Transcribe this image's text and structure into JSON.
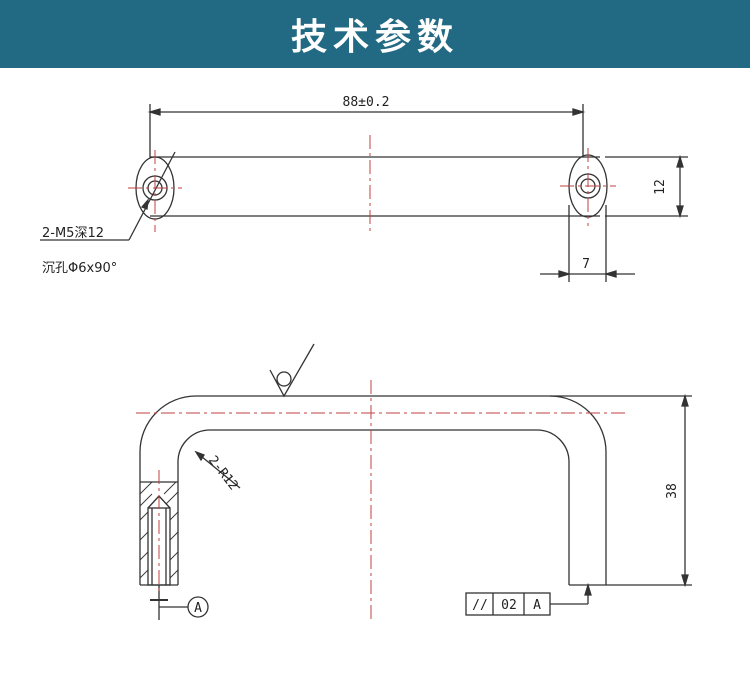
{
  "header": {
    "title": "技术参数",
    "background_color": "#226a83",
    "text_color": "#ffffff"
  },
  "top_view": {
    "length_dim": "88±0.2",
    "height_dim": "12",
    "width_dim": "7",
    "hole_note_line1": "2-M5深12",
    "hole_note_line2": "沉孔Φ6x90°"
  },
  "side_view": {
    "radius_dim": "2-R12",
    "height_dim": "38",
    "datum_label": "A",
    "tolerance_symbol": "//",
    "tolerance_value": "02",
    "tolerance_datum": "A"
  },
  "colors": {
    "line": "#333333",
    "centerline": "#c04040"
  }
}
